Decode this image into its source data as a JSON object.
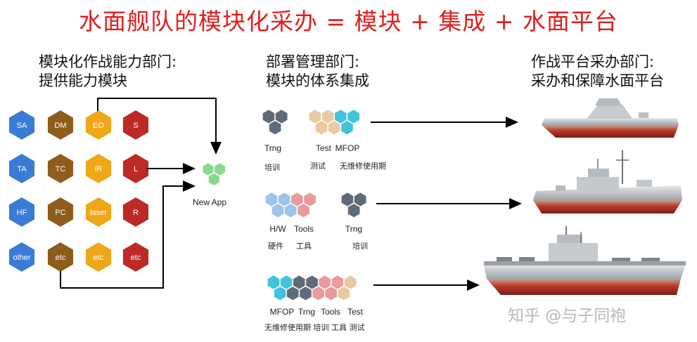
{
  "title": "水面舰队的模块化采办 = 模块 + 集成 + 水面平台",
  "columns": {
    "left_line1": "模块化作战能力部门:",
    "left_line2": "提供能力模块",
    "middle_line1": "部署管理部门:",
    "middle_line2": "模块的体系集成",
    "right_line1": "作战平台采办部门:",
    "right_line2": "采办和保障水面平台"
  },
  "capability_grid": [
    {
      "label": "SA",
      "color": "#3a7bd5"
    },
    {
      "label": "DM",
      "color": "#8e5d1b"
    },
    {
      "label": "EO",
      "color": "#f0a619"
    },
    {
      "label": "S",
      "color": "#bd2a25"
    },
    {
      "label": "TA",
      "color": "#3a7bd5"
    },
    {
      "label": "TC",
      "color": "#8e5d1b"
    },
    {
      "label": "IR",
      "color": "#f0a619"
    },
    {
      "label": "L",
      "color": "#bd2a25"
    },
    {
      "label": "HF",
      "color": "#3a7bd5"
    },
    {
      "label": "PC",
      "color": "#8e5d1b"
    },
    {
      "label": "laser",
      "color": "#f0a619"
    },
    {
      "label": "R",
      "color": "#bd2a25"
    },
    {
      "label": "other",
      "color": "#3a7bd5"
    },
    {
      "label": "etc",
      "color": "#8e5d1b"
    },
    {
      "label": "etc",
      "color": "#f0a619"
    },
    {
      "label": "etc",
      "color": "#bd2a25"
    }
  ],
  "new_app": {
    "label": "New App",
    "color": "#86d98e"
  },
  "integration": {
    "row1": {
      "en": [
        "Trng",
        "Test",
        "MFOP"
      ],
      "cn": [
        "培训",
        "测试",
        "无维修使用期"
      ]
    },
    "row2": {
      "en": [
        "H/W",
        "Tools",
        "Trng"
      ],
      "cn": [
        "硬件",
        "工具",
        "培训"
      ]
    },
    "row3": {
      "en": [
        "MFOP",
        "Trng",
        "Tools",
        "Test"
      ],
      "cn": "无维修使用期 培训 工具 测试"
    }
  },
  "module_colors": {
    "trng": "#5f6b78",
    "test": "#e8c9a2",
    "mfop": "#3fc4dc",
    "hw": "#9ec3ec",
    "tools": "#e99a9a",
    "newapp": "#86d98e"
  },
  "watermark": "知乎 @与子同袍"
}
